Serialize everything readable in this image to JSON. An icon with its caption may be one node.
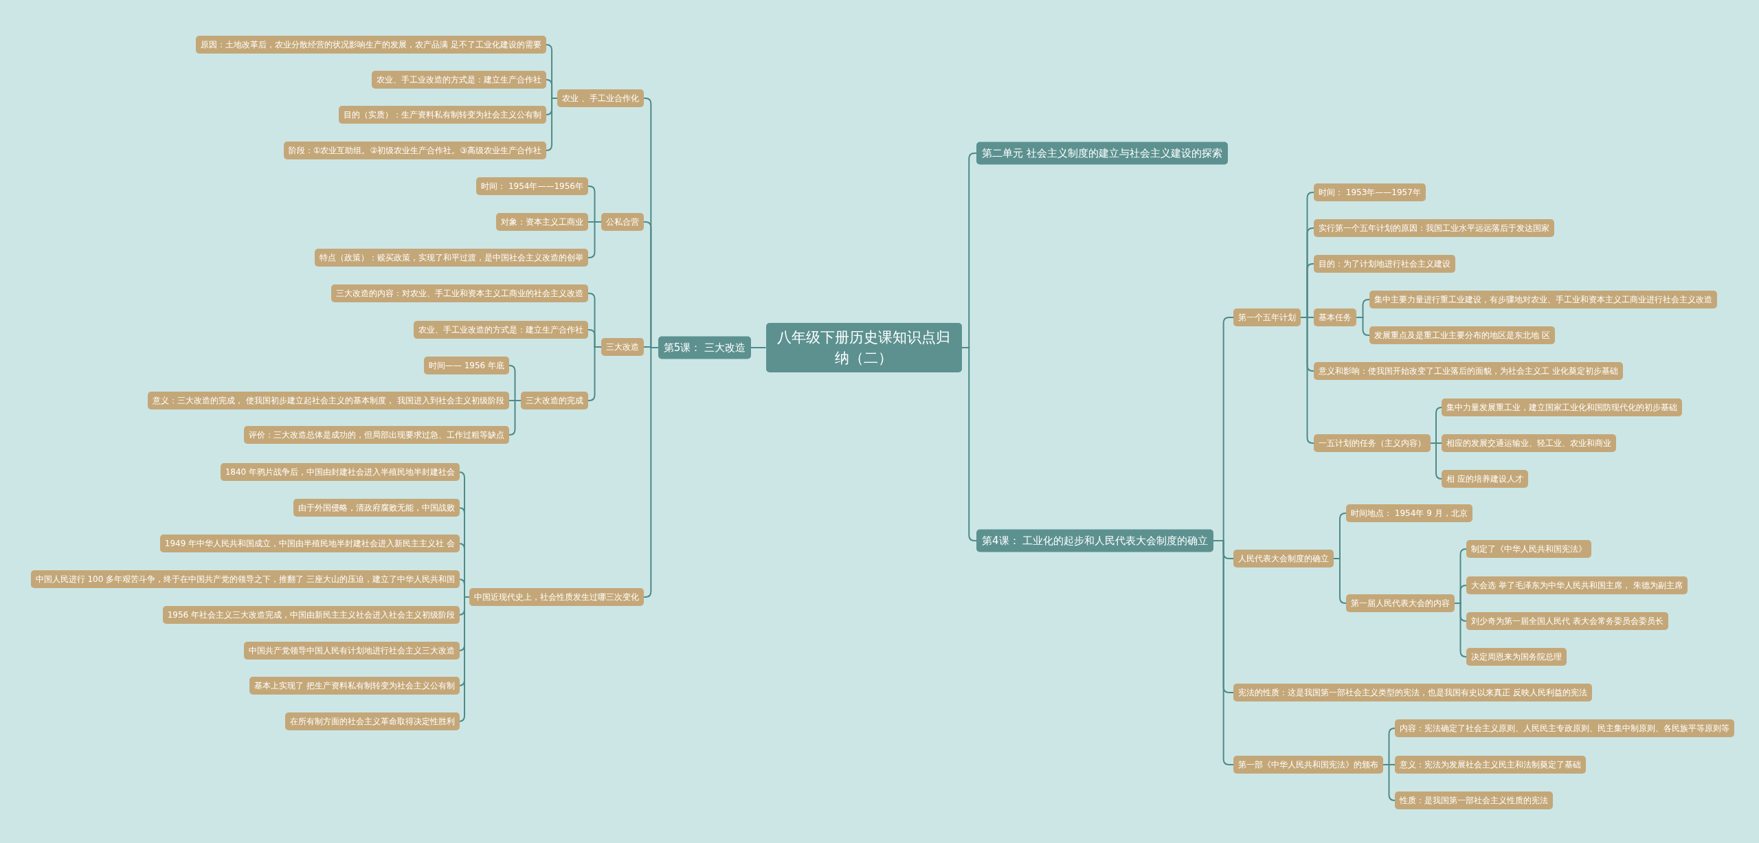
{
  "diagram": {
    "nodes": [
      {
        "text": [
          "八年级下册历史课知识点归纳（二）"
        ]
      },
      {
        "text": [
          "第5课： 三大改造"
        ]
      },
      {
        "text": [
          "农业 、手工业合作化"
        ]
      },
      {
        "text": [
          "原因：土地改革后，农业分散经营的状况影响生产的发展，农产品满 足不了工业化建设的需要"
        ]
      },
      {
        "text": [
          "农业、手工业改造的方式是：建立生产合作社"
        ]
      },
      {
        "text": [
          "目的（实质）：生产资料私有制转变为社会主义公有制"
        ]
      },
      {
        "text": [
          "阶段：①农业互助组。②初级农业生产合作社。③高级农业生产合作社"
        ]
      },
      {
        "text": [
          "公私合营"
        ]
      },
      {
        "text": [
          "时间： 1954年——1956年"
        ]
      },
      {
        "text": [
          "对象：资本主义工商业"
        ]
      },
      {
        "text": [
          "特点（政策）：赎买政策，实现了和平过渡，是中国社会主义改造的创举"
        ]
      },
      {
        "text": [
          "三大改造"
        ]
      },
      {
        "text": [
          "三大改造的内容：对农业、手工业和资本主义工商业的社会主义改造"
        ]
      },
      {
        "text": [
          "农业、手工业改造的方式是：建立生产合作社"
        ]
      },
      {
        "text": [
          "三大改造的完成"
        ]
      },
      {
        "text": [
          "时间—— 1956 年底"
        ]
      },
      {
        "text": [
          "意义：三大改造的完成， 使我国初步建立起社会主义的基本制度， 我国进入到社会主义初级阶段"
        ]
      },
      {
        "text": [
          "评价：三大改造总体是成功的，但局部出现要求过急、工作过粗等缺点"
        ]
      },
      {
        "text": [
          "中国近现代史上，社会性质发生过哪三次变化"
        ]
      },
      {
        "text": [
          "1840 年鸦片战争后，中国由封建社会进入半殖民地半封建社会"
        ]
      },
      {
        "text": [
          "由于外国侵略，清政府腐败无能，中国战败"
        ]
      },
      {
        "text": [
          "1949 年中华人民共和国成立，中国由半殖民地半封建社会进入新民主主义社 会"
        ]
      },
      {
        "text": [
          "中国人民进行 100 多年艰苦斗争，终于在中国共产党的领导之下，推翻了 三座大山的压迫，建立了中华人民共和国"
        ]
      },
      {
        "text": [
          "1956 年社会主义三大改造完成，中国由新民主主义社会进入社会主义初级阶段"
        ]
      },
      {
        "text": [
          "中国共产党领导中国人民有计划地进行社会主义三大改造"
        ]
      },
      {
        "text": [
          "基本上实现了 把生产资料私有制转变为社会主义公有制"
        ]
      },
      {
        "text": [
          "在所有制方面的社会主义革命取得决定性胜利"
        ]
      },
      {
        "text": [
          "第二单元 社会主义制度的建立与社会主义建设的探索"
        ]
      },
      {
        "text": [
          "第4课： 工业化的起步和人民代表大会制度的确立"
        ]
      },
      {
        "text": [
          "第一个五年计划"
        ]
      },
      {
        "text": [
          "时间： 1953年——1957年"
        ]
      },
      {
        "text": [
          "实行第一个五年计划的原因：我国工业水平远远落后于发达国家"
        ]
      },
      {
        "text": [
          "目的：为了计划地进行社会主义建设"
        ]
      },
      {
        "text": [
          "基本任务"
        ]
      },
      {
        "text": [
          "集中主要力量进行重工业建设，有步骤地对农业、手工业和资本主义工商业进行社会主义改造"
        ]
      },
      {
        "text": [
          "发展重点及是重工业主要分布的地区是东北地 区"
        ]
      },
      {
        "text": [
          "意义和影响：使我国开始改变了工业落后的面貌，为社会主义工 业化奠定初步基础"
        ]
      },
      {
        "text": [
          "一五计划的任务（主义内容）"
        ]
      },
      {
        "text": [
          "集中力量发展重工业，建立国家工业化和国防现代化的初步基础"
        ]
      },
      {
        "text": [
          "相应的发展交通运输业、轻工业、农业和商业"
        ]
      },
      {
        "text": [
          "相 应的培养建设人才"
        ]
      },
      {
        "text": [
          "人民代表大会制度的确立"
        ]
      },
      {
        "text": [
          "时间地点： 1954年 9 月，北京"
        ]
      },
      {
        "text": [
          "第一届人民代表大会的内容"
        ]
      },
      {
        "text": [
          "制定了《中华人民共和国宪法》"
        ]
      },
      {
        "text": [
          "大会选 举了毛泽东为中华人民共和国主席， 朱德为副主席"
        ]
      },
      {
        "text": [
          "刘少奇为第一届全国人民代 表大会常务委员会委员长"
        ]
      },
      {
        "text": [
          "决定周恩来为国务院总理"
        ]
      },
      {
        "text": [
          "宪法的性质：这是我国第一部社会主义类型的宪法，也是我国有史以来真正 反映人民利益的宪法"
        ]
      },
      {
        "text": [
          "第一部《中华人民共和国宪法》的颁布"
        ]
      },
      {
        "text": [
          "内容：宪法确定了社会主义原则、人民民主专政原则、民主集中制原则、各民族平等原则等"
        ]
      },
      {
        "text": [
          "意义：宪法为发展社会主义民主和法制奠定了基础"
        ]
      },
      {
        "text": [
          "性质：是我国第一部社会主义性质的宪法"
        ]
      }
    ],
    "edges": [
      {
        "from": 0,
        "to": 1,
        "arrow": "none"
      },
      {
        "from": 1,
        "to": 2,
        "arrow": "none"
      },
      {
        "from": 2,
        "to": 3,
        "arrow": "none"
      },
      {
        "from": 2,
        "to": 4,
        "arrow": "none"
      },
      {
        "from": 2,
        "to": 5,
        "arrow": "none"
      },
      {
        "from": 2,
        "to": 6,
        "arrow": "none"
      },
      {
        "from": 1,
        "to": 7,
        "arrow": "none"
      },
      {
        "from": 7,
        "to": 8,
        "arrow": "none"
      },
      {
        "from": 7,
        "to": 9,
        "arrow": "none"
      },
      {
        "from": 7,
        "to": 10,
        "arrow": "none"
      },
      {
        "from": 1,
        "to": 11,
        "arrow": "none"
      },
      {
        "from": 11,
        "to": 12,
        "arrow": "none"
      },
      {
        "from": 11,
        "to": 13,
        "arrow": "none"
      },
      {
        "from": 11,
        "to": 14,
        "arrow": "none"
      },
      {
        "from": 14,
        "to": 15,
        "arrow": "none"
      },
      {
        "from": 14,
        "to": 16,
        "arrow": "none"
      },
      {
        "from": 14,
        "to": 17,
        "arrow": "none"
      },
      {
        "from": 1,
        "to": 18,
        "arrow": "none"
      },
      {
        "from": 18,
        "to": 19,
        "arrow": "none"
      },
      {
        "from": 18,
        "to": 20,
        "arrow": "none"
      },
      {
        "from": 18,
        "to": 21,
        "arrow": "none"
      },
      {
        "from": 18,
        "to": 22,
        "arrow": "none"
      },
      {
        "from": 18,
        "to": 23,
        "arrow": "none"
      },
      {
        "from": 18,
        "to": 24,
        "arrow": "none"
      },
      {
        "from": 18,
        "to": 25,
        "arrow": "none"
      },
      {
        "from": 18,
        "to": 26,
        "arrow": "none"
      },
      {
        "from": 0,
        "to": 27,
        "arrow": "none"
      },
      {
        "from": 0,
        "to": 28,
        "arrow": "none"
      },
      {
        "from": 28,
        "to": 29,
        "arrow": "none"
      },
      {
        "from": 29,
        "to": 30,
        "arrow": "none"
      },
      {
        "from": 29,
        "to": 31,
        "arrow": "none"
      },
      {
        "from": 29,
        "to": 32,
        "arrow": "none"
      },
      {
        "from": 29,
        "to": 33,
        "arrow": "none"
      },
      {
        "from": 33,
        "to": 34,
        "arrow": "none"
      },
      {
        "from": 33,
        "to": 35,
        "arrow": "none"
      },
      {
        "from": 29,
        "to": 36,
        "arrow": "none"
      },
      {
        "from": 29,
        "to": 37,
        "arrow": "none"
      },
      {
        "from": 37,
        "to": 38,
        "arrow": "none"
      },
      {
        "from": 37,
        "to": 39,
        "arrow": "none"
      },
      {
        "from": 37,
        "to": 40,
        "arrow": "none"
      },
      {
        "from": 28,
        "to": 41,
        "arrow": "none"
      },
      {
        "from": 41,
        "to": 42,
        "arrow": "none"
      },
      {
        "from": 41,
        "to": 43,
        "arrow": "none"
      },
      {
        "from": 43,
        "to": 44,
        "arrow": "none"
      },
      {
        "from": 43,
        "to": 45,
        "arrow": "none"
      },
      {
        "from": 43,
        "to": 46,
        "arrow": "none"
      },
      {
        "from": 43,
        "to": 47,
        "arrow": "none"
      },
      {
        "from": 28,
        "to": 48,
        "arrow": "none"
      },
      {
        "from": 28,
        "to": 49,
        "arrow": "none"
      },
      {
        "from": 49,
        "to": 50,
        "arrow": "none"
      },
      {
        "from": 49,
        "to": 51,
        "arrow": "none"
      },
      {
        "from": 49,
        "to": 52,
        "arrow": "none"
      }
    ]
  }
}
